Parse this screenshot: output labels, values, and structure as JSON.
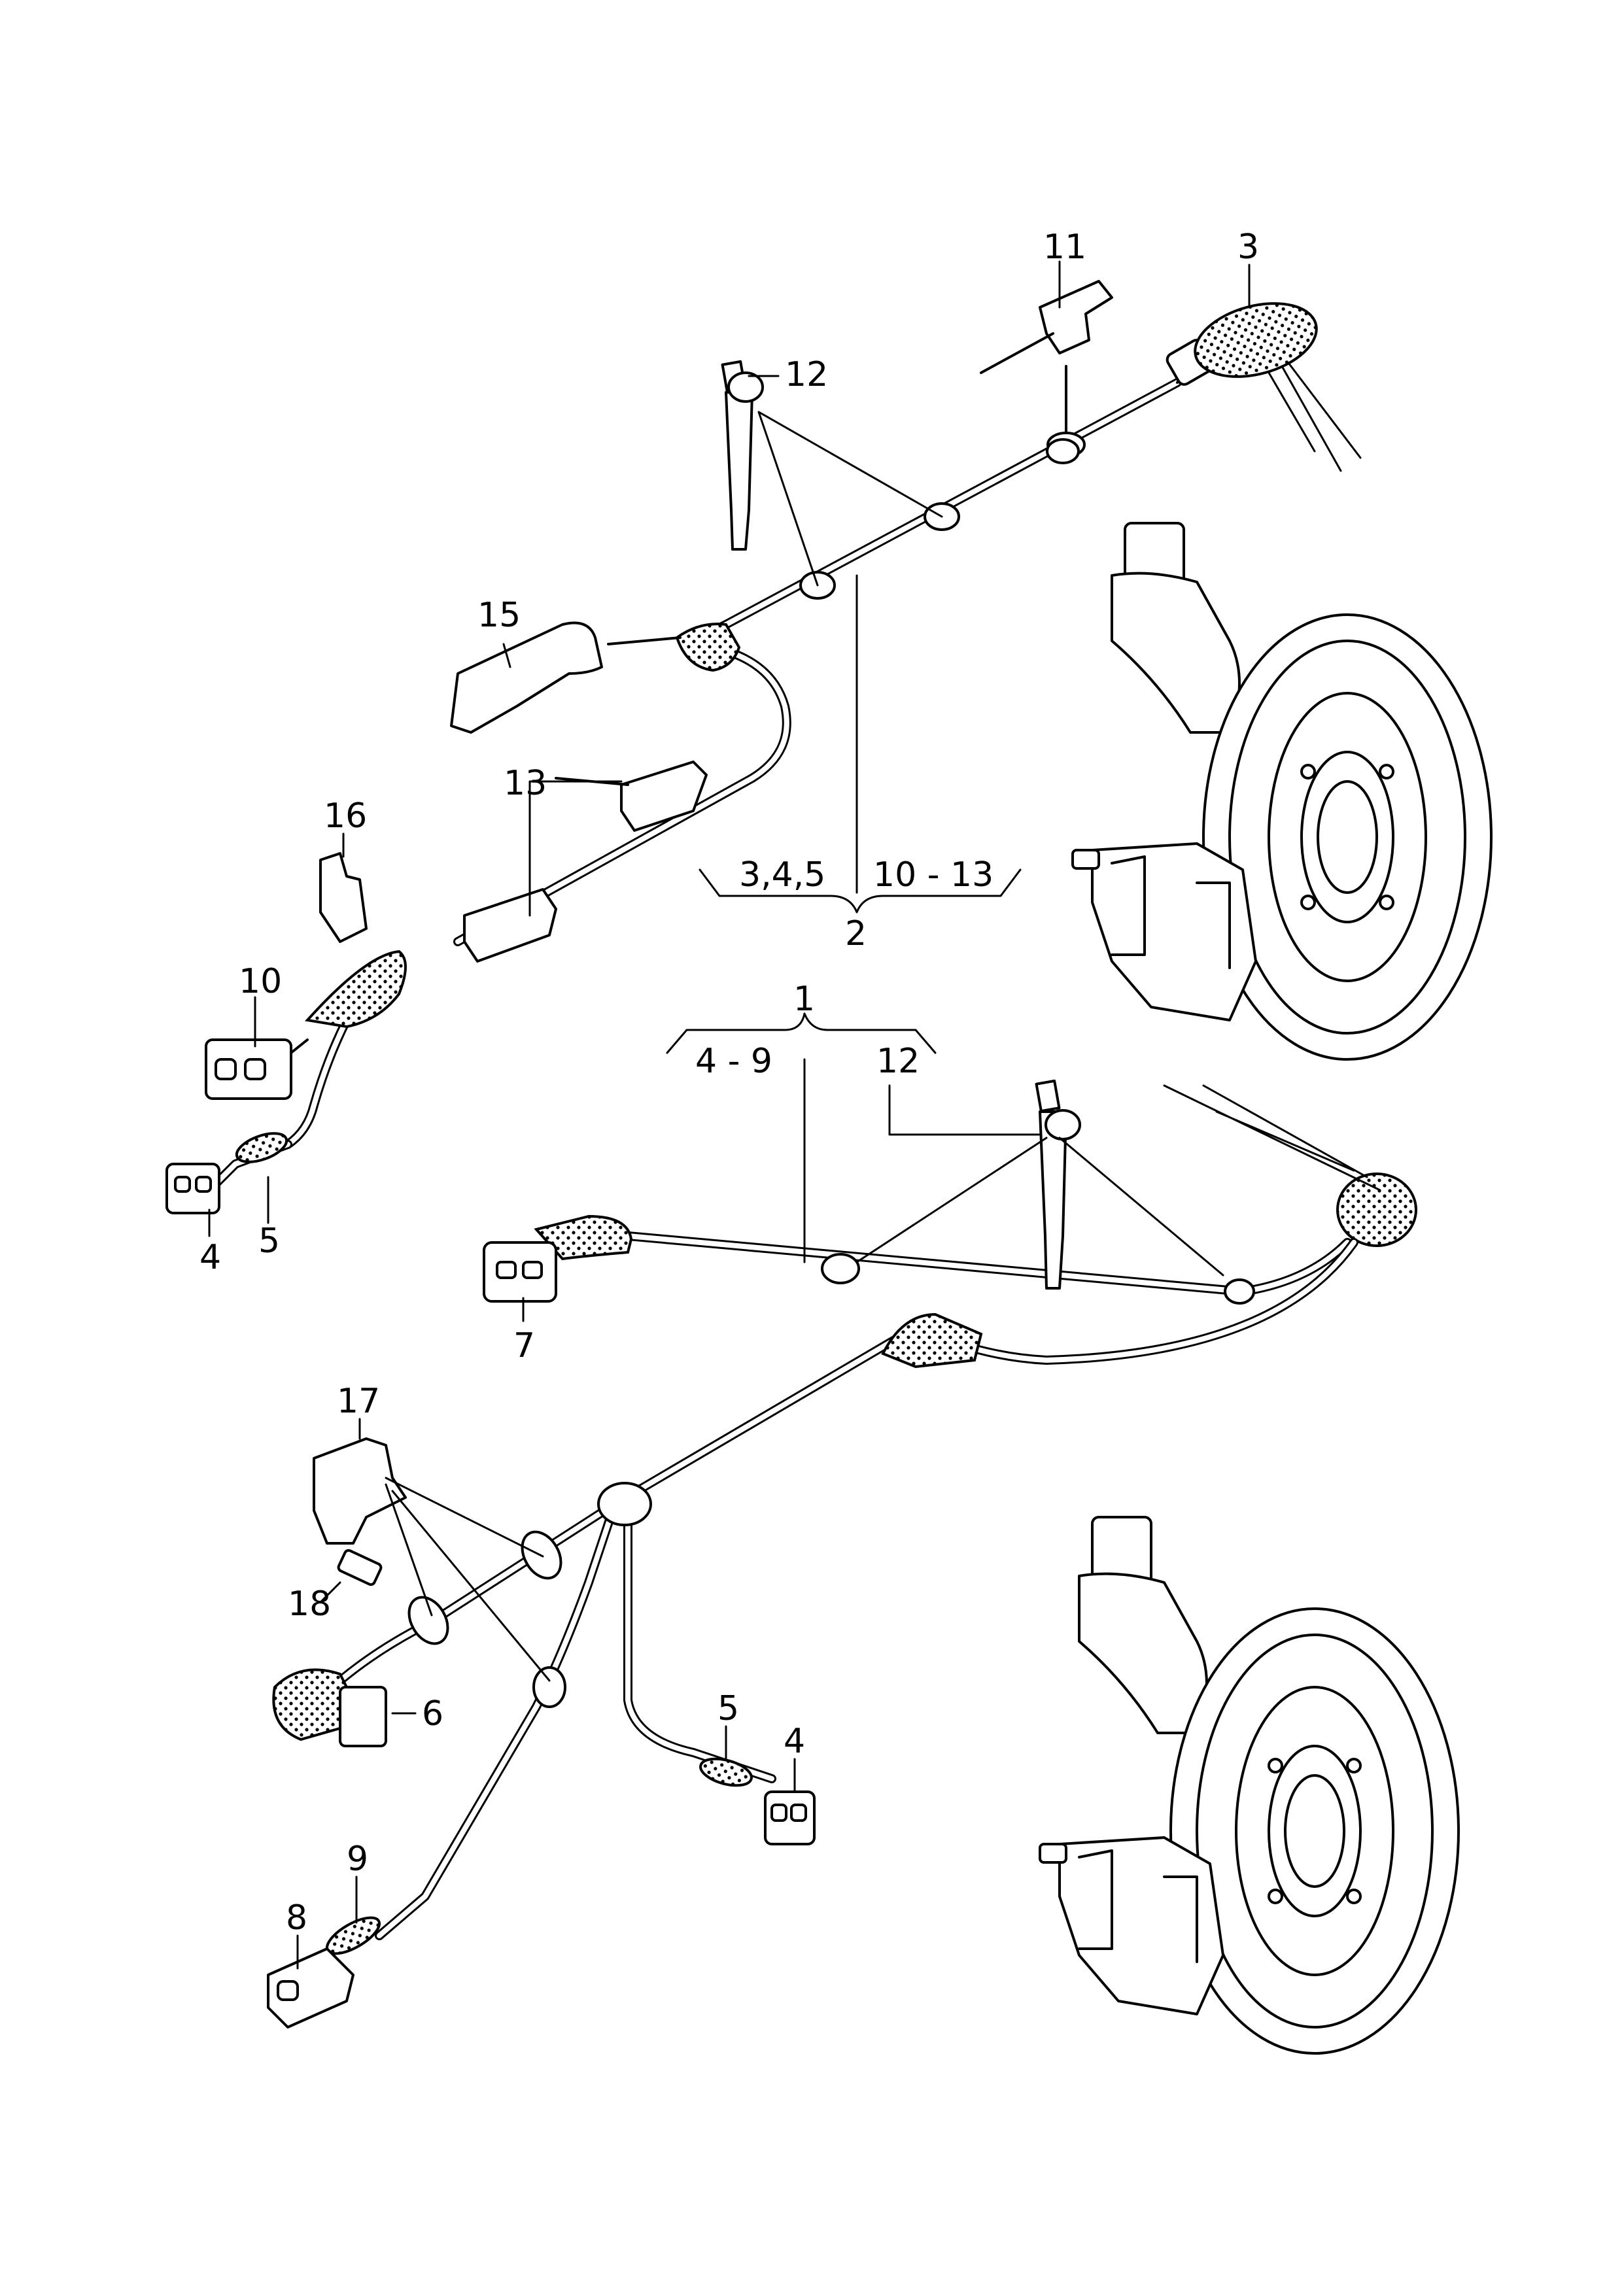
{
  "callouts": {
    "upper": {
      "c11": "11",
      "c3": "3",
      "c12": "12",
      "c15": "15",
      "c13": "13",
      "c16": "16",
      "c10": "10",
      "c5": "5",
      "c4": "4",
      "group_left": "3,4,5",
      "group_right": "10 - 13",
      "group_num": "2"
    },
    "lower": {
      "group_num": "1",
      "group_left": "4 - 9",
      "group_right": "12",
      "c7": "7",
      "c17": "17",
      "c18": "18",
      "c6": "6",
      "c5": "5",
      "c4": "4",
      "c9": "9",
      "c8": "8"
    }
  }
}
